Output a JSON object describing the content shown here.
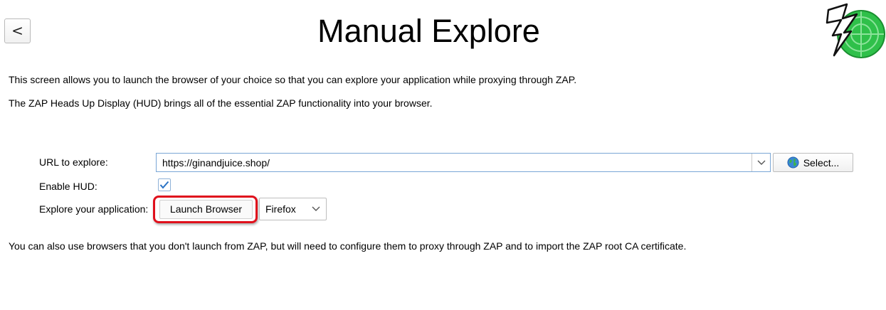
{
  "header": {
    "back_label": "<",
    "title": "Manual Explore"
  },
  "intro": {
    "line1": "This screen allows you to launch the browser of your choice so that you can explore your application while proxying through ZAP.",
    "line2": "The ZAP Heads Up Display (HUD) brings all of the essential ZAP functionality into your browser."
  },
  "form": {
    "url_label": "URL to explore:",
    "url_value": "https://ginandjuice.shop/",
    "select_label": "Select...",
    "hud_label": "Enable HUD:",
    "hud_checked": true,
    "explore_label": "Explore your application:",
    "launch_label": "Launch Browser",
    "browser_selected": "Firefox"
  },
  "footer": {
    "note": "You can also use browsers that you don't launch from ZAP, but will need to configure them to proxy through ZAP and to import the ZAP root CA certificate."
  },
  "colors": {
    "highlight": "#e0101c",
    "logo_green": "#2fc04a",
    "focus_border": "#7aa7d6",
    "check_blue": "#2a72c4"
  },
  "icons": {
    "back": "chevron-left-icon",
    "logo": "zap-logo",
    "url_dropdown": "chevron-down-icon",
    "select": "globe-icon",
    "hud": "checkmark-icon",
    "browser_dropdown": "chevron-down-icon"
  }
}
